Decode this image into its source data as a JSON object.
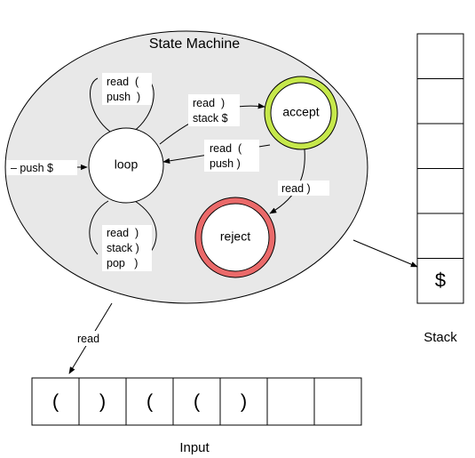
{
  "machine": {
    "title": "State Machine",
    "states": {
      "loop": "loop",
      "accept": "accept",
      "reject": "reject"
    },
    "transitions": {
      "initial": "– push $",
      "loop_push": [
        "read  (",
        "push  )"
      ],
      "loop_pop": [
        "read  )",
        "stack )",
        "pop   )"
      ],
      "loop_to_accept": [
        "read  )",
        "stack $"
      ],
      "accept_to_loop": [
        "read  (",
        "push )"
      ],
      "accept_to_reject": "read )"
    },
    "colors": {
      "machine_fill": "#e8e8e8",
      "accept_ring": "#c6e84b",
      "reject_ring": "#ea6a6a"
    }
  },
  "stack": {
    "label": "Stack",
    "cells": [
      "",
      "",
      "",
      "",
      "",
      "$"
    ]
  },
  "input": {
    "label": "Input",
    "read_label": "read",
    "cells": [
      "(",
      ")",
      "(",
      "(",
      ")",
      "",
      ""
    ]
  }
}
